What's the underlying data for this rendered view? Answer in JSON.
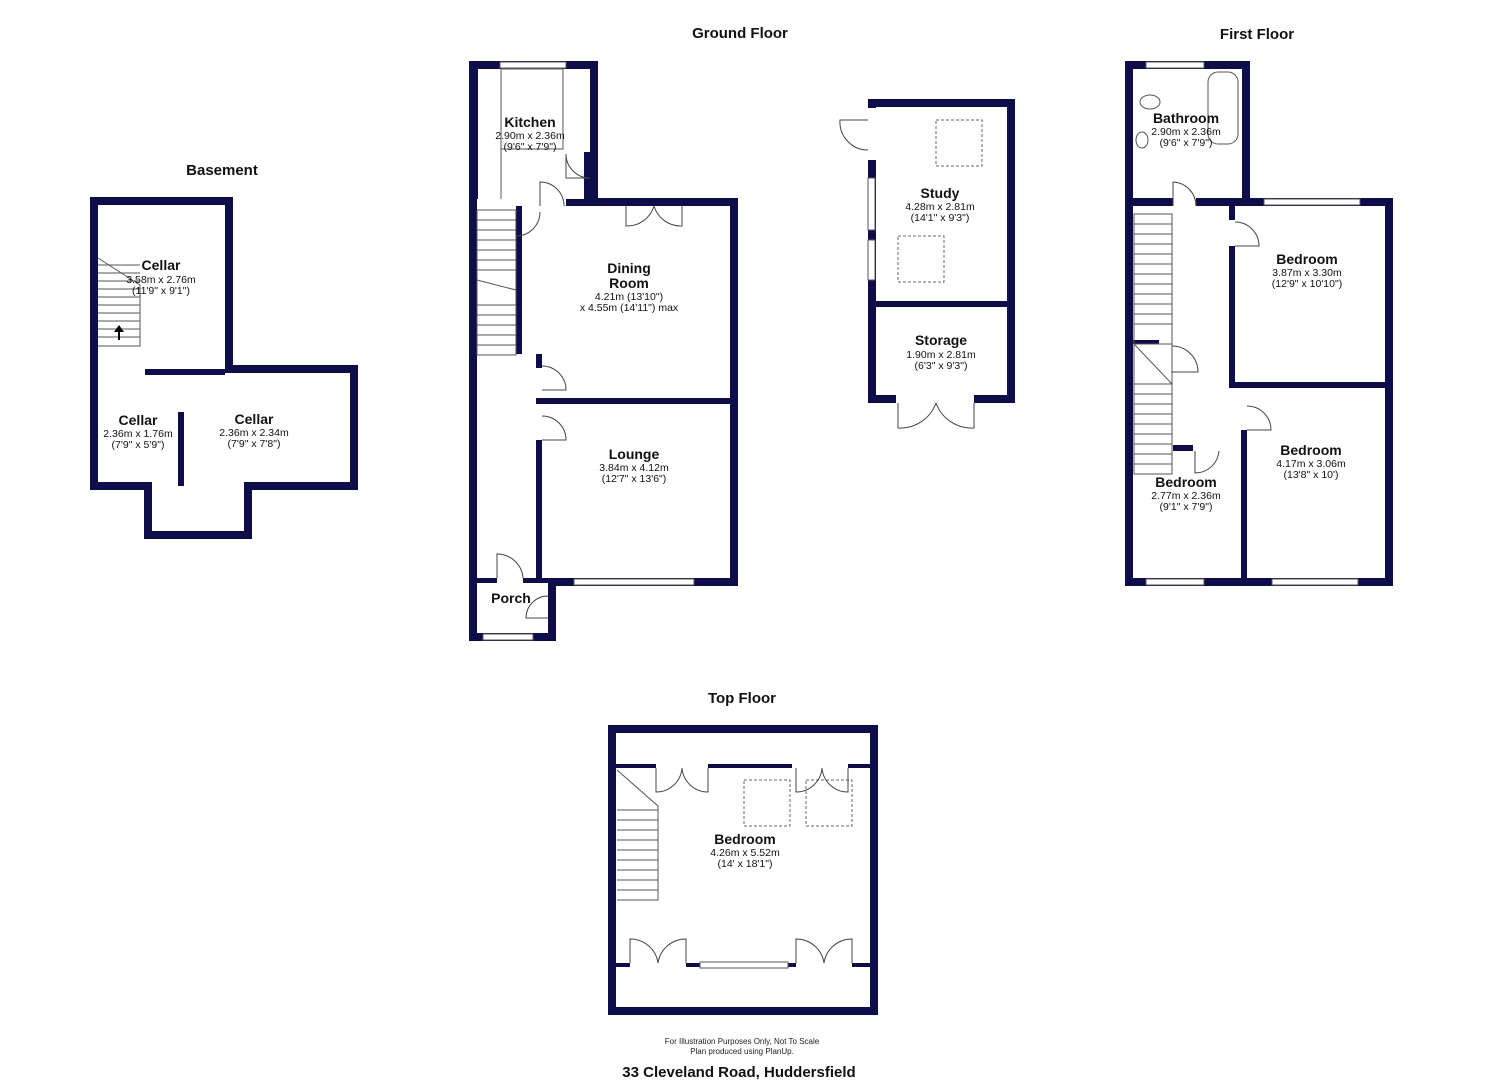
{
  "floors": {
    "basement": {
      "title": "Basement",
      "rooms": [
        {
          "name": "Cellar",
          "metric": "3.58m x 2.76m",
          "imperial": "(11'9\" x 9'1\")"
        },
        {
          "name": "Cellar",
          "metric": "2.36m x 1.76m",
          "imperial": "(7'9\" x 5'9\")"
        },
        {
          "name": "Cellar",
          "metric": "2.36m x 2.34m",
          "imperial": "(7'9\" x 7'8\")"
        }
      ]
    },
    "ground": {
      "title": "Ground Floor",
      "rooms": [
        {
          "name": "Kitchen",
          "metric": "2.90m x 2.36m",
          "imperial": "(9'6\" x 7'9\")"
        },
        {
          "name": "Dining",
          "name2": "Room",
          "metric": "4.21m (13'10\")",
          "imperial": "x 4.55m (14'11\") max"
        },
        {
          "name": "Lounge",
          "metric": "3.84m x 4.12m",
          "imperial": "(12'7\" x 13'6\")"
        },
        {
          "name": "Porch"
        },
        {
          "name": "Study",
          "metric": "4.28m x 2.81m",
          "imperial": "(14'1\" x 9'3\")"
        },
        {
          "name": "Storage",
          "metric": "1.90m x 2.81m",
          "imperial": "(6'3\" x 9'3\")"
        }
      ]
    },
    "first": {
      "title": "First Floor",
      "rooms": [
        {
          "name": "Bathroom",
          "metric": "2.90m x 2.36m",
          "imperial": "(9'6\" x 7'9\")"
        },
        {
          "name": "Bedroom",
          "metric": "3.87m x 3.30m",
          "imperial": "(12'9\" x 10'10\")"
        },
        {
          "name": "Bedroom",
          "metric": "4.17m x 3.06m",
          "imperial": "(13'8\" x 10')"
        },
        {
          "name": "Bedroom",
          "metric": "2.77m x 2.36m",
          "imperial": "(9'1\" x 7'9\")"
        }
      ]
    },
    "top": {
      "title": "Top Floor",
      "rooms": [
        {
          "name": "Bedroom",
          "metric": "4.26m x 5.52m",
          "imperial": "(14' x 18'1\")"
        }
      ]
    }
  },
  "footer": {
    "disclaimer": "For Illustration Purposes Only, Not To Scale",
    "credit": "Plan produced using PlanUp.",
    "address": "33 Cleveland Road, Huddersfield"
  },
  "colors": {
    "wall": "#0d0d4a",
    "background": "#ffffff"
  }
}
